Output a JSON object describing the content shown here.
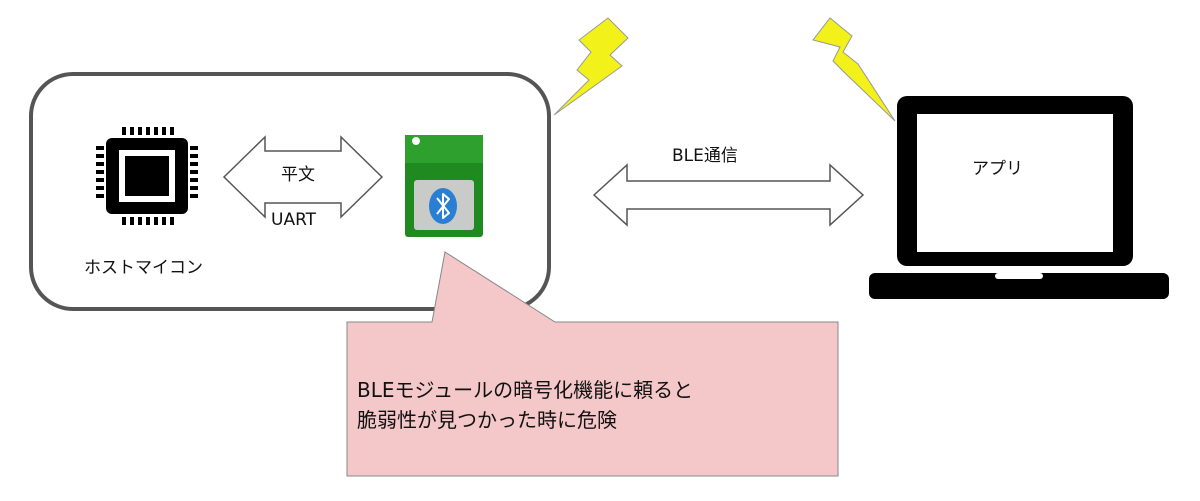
{
  "labels": {
    "host_mcu": "ホストマイコン",
    "plaintext": "平文",
    "uart": "UART",
    "ble_comm": "BLE通信",
    "app": "アプリ"
  },
  "callout": {
    "line1": "BLEモジュールの暗号化機能に頼ると",
    "line2": "脆弱性が見つかった時に危険"
  },
  "colors": {
    "device_box_stroke": "#555555",
    "callout_fill": "#f4c7c9",
    "lightning": "#f2f21a",
    "module_green": "#1f8a1f",
    "bluetooth_blue": "#2a7fd4"
  },
  "icons": [
    "chip-icon",
    "ble-module-icon",
    "bluetooth-icon",
    "laptop-icon",
    "lightning-icon"
  ]
}
